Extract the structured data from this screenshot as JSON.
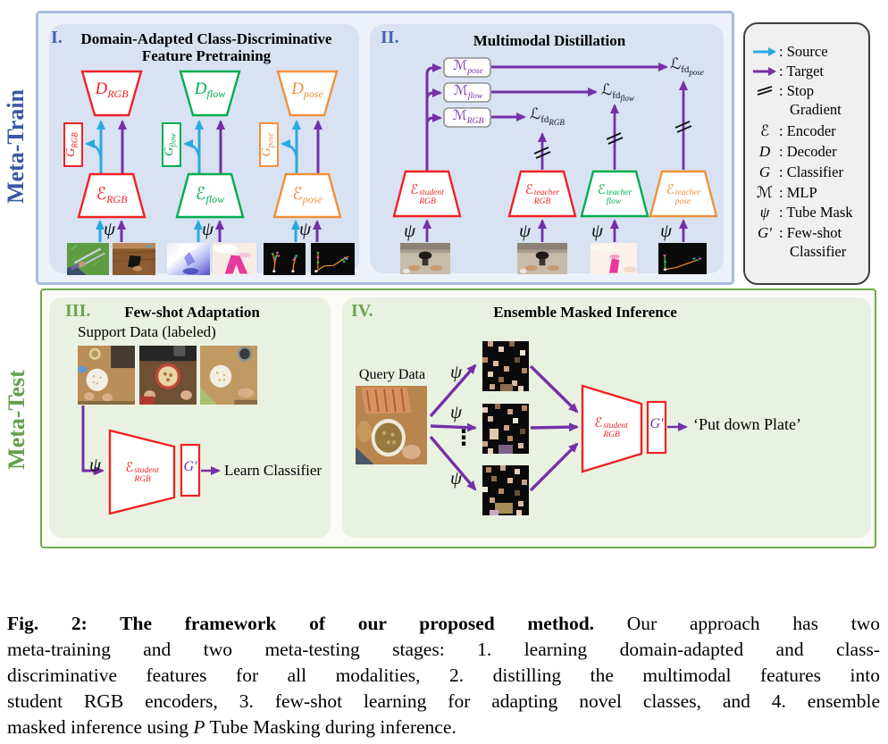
{
  "colors": {
    "source_arrow": "#29A9E1",
    "target_arrow": "#7430A8",
    "rgb": "#EE2224",
    "flow": "#00AD4F",
    "pose": "#F2903B",
    "meta_train_text": "#3A57A7",
    "meta_test_text": "#64A04C",
    "train_panel_bg": "#D8E2F3",
    "test_panel_bg": "#E9F2E1",
    "legend_bg": "#F0F0F0"
  },
  "symbols": {
    "psi": "ψ",
    "dots": "⋮"
  },
  "meta_train": {
    "label": "Meta-Train",
    "section_I": {
      "numeral": "I.",
      "title_line1": "Domain-Adapted Class-Discriminative",
      "title_line2": "Feature Pretraining",
      "columns": {
        "rgb": {
          "decoder_base": "D",
          "decoder_sub": "RGB",
          "encoder_base": "ℰ",
          "encoder_sub": "RGB",
          "classifier_base": "G",
          "classifier_sub": "RGB"
        },
        "flow": {
          "decoder_base": "D",
          "decoder_sub": "flow",
          "encoder_base": "ℰ",
          "encoder_sub": "flow",
          "classifier_base": "G",
          "classifier_sub": "flow"
        },
        "pose": {
          "decoder_base": "D",
          "decoder_sub": "pose",
          "encoder_base": "ℰ",
          "encoder_sub": "pose",
          "classifier_base": "G",
          "classifier_sub": "pose"
        }
      }
    },
    "section_II": {
      "numeral": "II.",
      "title": "Multimodal Distillation",
      "mlp": {
        "pose": {
          "base": "ℳ",
          "sub": "pose"
        },
        "flow": {
          "base": "ℳ",
          "sub": "flow"
        },
        "rgb": {
          "base": "ℳ",
          "sub": "RGB"
        }
      },
      "loss": {
        "rgb": {
          "base": "ℒ",
          "sub": "fd",
          "subsub": "RGB"
        },
        "flow": {
          "base": "ℒ",
          "sub": "fd",
          "subsub": "flow"
        },
        "pose": {
          "base": "ℒ",
          "sub": "fd",
          "subsub": "pose"
        }
      },
      "student": {
        "base": "ℰ",
        "sup": "student",
        "sub": "RGB"
      },
      "teachers": {
        "rgb": {
          "base": "ℰ",
          "sup": "teacher",
          "sub": "RGB"
        },
        "flow": {
          "base": "ℰ",
          "sup": "teacher",
          "sub": "flow"
        },
        "pose": {
          "base": "ℰ",
          "sup": "teacher",
          "sub": "pose"
        }
      }
    }
  },
  "legend": {
    "items": [
      {
        "icon": "cyan-arrow-icon",
        "symbol": "",
        "label": ": Source"
      },
      {
        "icon": "purple-arrow-icon",
        "symbol": "",
        "label": ": Target"
      },
      {
        "icon": "stop-gradient-icon",
        "symbol": "",
        "label": ": Stop",
        "label2": "Gradient"
      },
      {
        "icon": "",
        "symbol": "ℰ",
        "label": ": Encoder"
      },
      {
        "icon": "",
        "symbol": "D",
        "label": ": Decoder"
      },
      {
        "icon": "",
        "symbol": "G",
        "label": ": Classifier"
      },
      {
        "icon": "",
        "symbol": "ℳ",
        "label": ": MLP"
      },
      {
        "icon": "",
        "symbol": "ψ",
        "label": ": Tube Mask"
      },
      {
        "icon": "",
        "symbol": "G′",
        "label": ": Few-shot",
        "label2": "Classifier"
      }
    ]
  },
  "meta_test": {
    "label": "Meta-Test",
    "section_III": {
      "numeral": "III.",
      "title": "Few-shot Adaptation",
      "support_label": "Support Data (labeled)",
      "encoder": {
        "base": "ℰ",
        "sup": "student",
        "sub": "RGB"
      },
      "classifier": "G′",
      "output_label": "Learn Classifier"
    },
    "section_IV": {
      "numeral": "IV.",
      "title": "Ensemble Masked Inference",
      "query_label": "Query Data",
      "encoder": {
        "base": "ℰ",
        "sup": "student",
        "sub": "RGB"
      },
      "classifier": "G′",
      "prediction": "‘Put down Plate’"
    }
  },
  "caption": {
    "line1_bold": "Fig. 2: The framework of our proposed method.",
    "line1_rest": " Our approach has two",
    "line2": "meta-training and two meta-testing stages: 1. learning domain-adapted and class-",
    "line3": "discriminative features for all modalities, 2. distilling the multimodal features into",
    "line4": "student RGB encoders, 3. few-shot learning for adapting novel classes, and 4. ensemble",
    "line5_pre": "masked inference using ",
    "line5_var": "P",
    "line5_post": " Tube Masking during inference."
  }
}
